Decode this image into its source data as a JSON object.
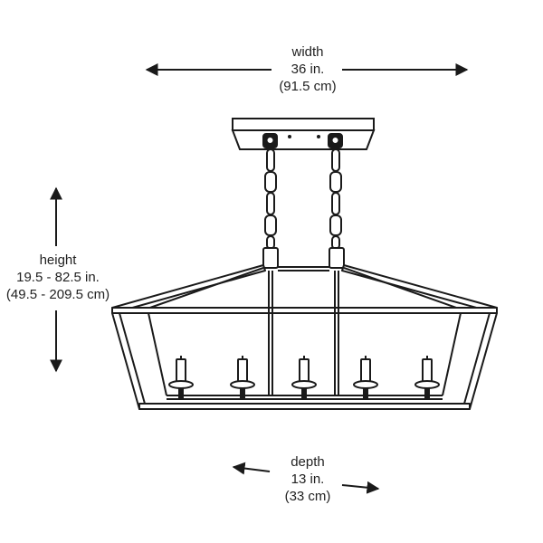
{
  "dimensions": {
    "width": {
      "label": "width",
      "imperial": "36 in.",
      "metric": "(91.5 cm)"
    },
    "height": {
      "label": "height",
      "imperial": "19.5 - 82.5 in.",
      "metric": "(49.5 - 209.5 cm)"
    },
    "depth": {
      "label": "depth",
      "imperial": "13 in.",
      "metric": "(33 cm)"
    }
  },
  "colors": {
    "line": "#1a1a1a",
    "text": "#222222"
  },
  "fixture": {
    "candle_count": 5
  }
}
